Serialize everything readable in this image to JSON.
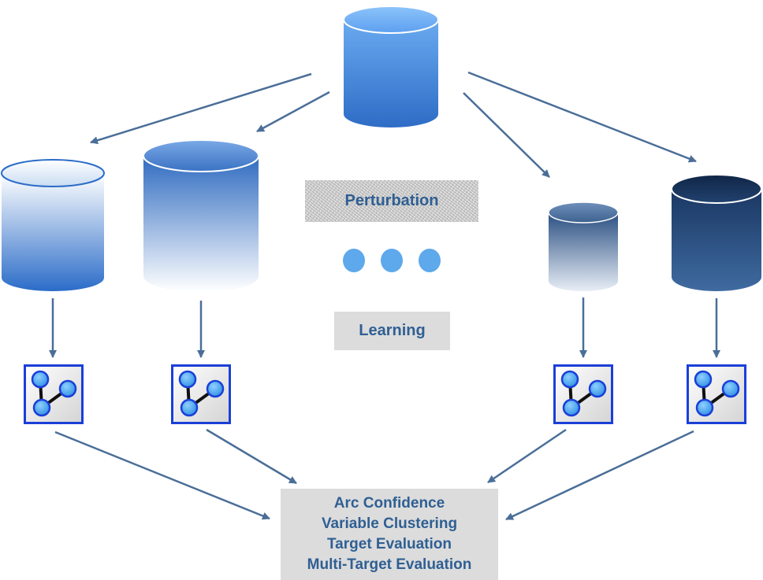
{
  "labels": {
    "perturbation": "Perturbation",
    "learning": "Learning"
  },
  "summary": {
    "lines": [
      "Arc Confidence",
      "Variable Clustering",
      "Target Evaluation",
      "Multi-Target Evaluation"
    ]
  },
  "colors": {
    "arrow": "#4a6e98",
    "text": "#2f5f93",
    "icon_border": "#1a3fd8",
    "node_fill": "#4aa6ee",
    "dots": "#5ea8ec"
  },
  "icons": {
    "source_dataset": "database-icon",
    "resampled_dataset": "database-icon",
    "network": "network-graph-icon"
  },
  "counts": {
    "resampled_datasets": 4,
    "networks": 4,
    "ellipsis_dots": 3
  }
}
